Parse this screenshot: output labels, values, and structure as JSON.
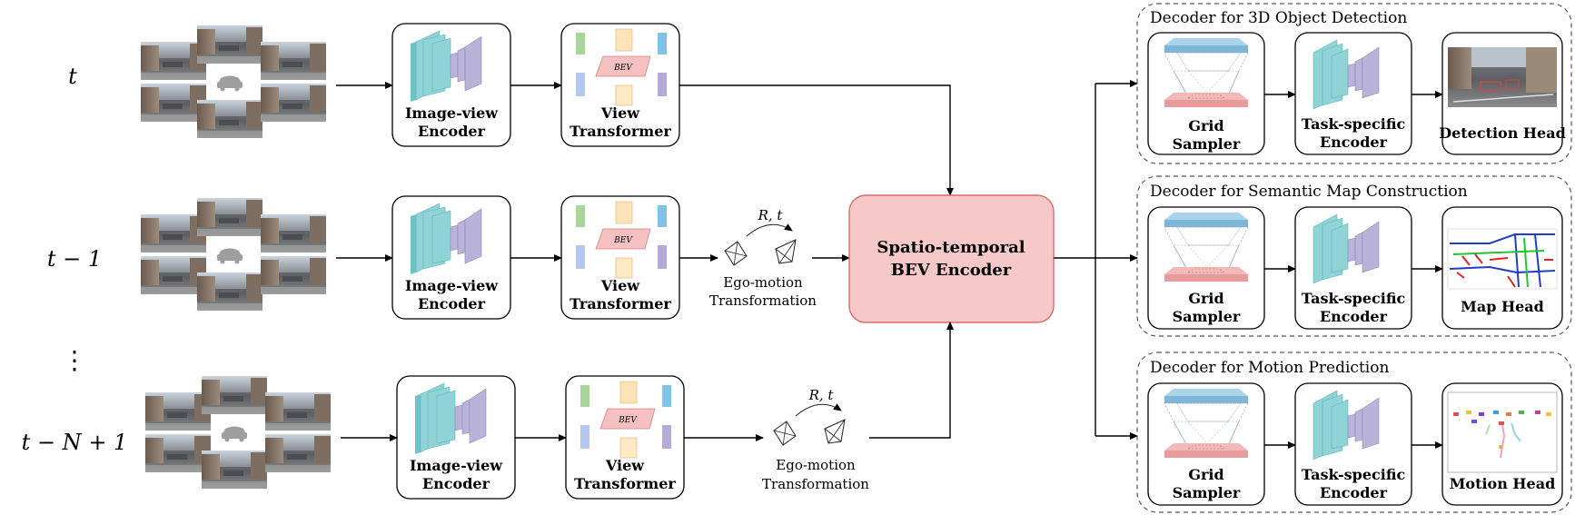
{
  "time_labels": [
    "t",
    "t − 1",
    "⋮",
    "t − N + 1"
  ],
  "image_view_encoder": [
    "Image-view",
    "Encoder"
  ],
  "view_transformer": [
    "View",
    "Transformer"
  ],
  "bev_tag": "BEV",
  "ego_motion": {
    "rt": "R, t",
    "label": [
      "Ego-motion",
      "Transformation"
    ]
  },
  "bev_encoder": [
    "Spatio-temporal",
    "BEV Encoder"
  ],
  "grid_sampler": [
    "Grid",
    "Sampler"
  ],
  "task_specific_encoder": [
    "Task-specific",
    "Encoder"
  ],
  "decoders": [
    {
      "title": "Decoder for 3D Object Detection",
      "head": "Detection Head"
    },
    {
      "title": "Decoder for Semantic Map Construction",
      "head": "Map Head"
    },
    {
      "title": "Decoder for Motion Prediction",
      "head": "Motion Head"
    }
  ],
  "colors": {
    "encoder_teal": "#8fd3d6",
    "encoder_purple": "#b9b3d9",
    "bev_pink": "#f4c0c0",
    "bev_encoder_fill": "#f6c8c8",
    "bev_encoder_stroke": "#d96b6b",
    "sampler_blue": "#a9d4ea",
    "sampler_pink": "#f3b8b8"
  }
}
